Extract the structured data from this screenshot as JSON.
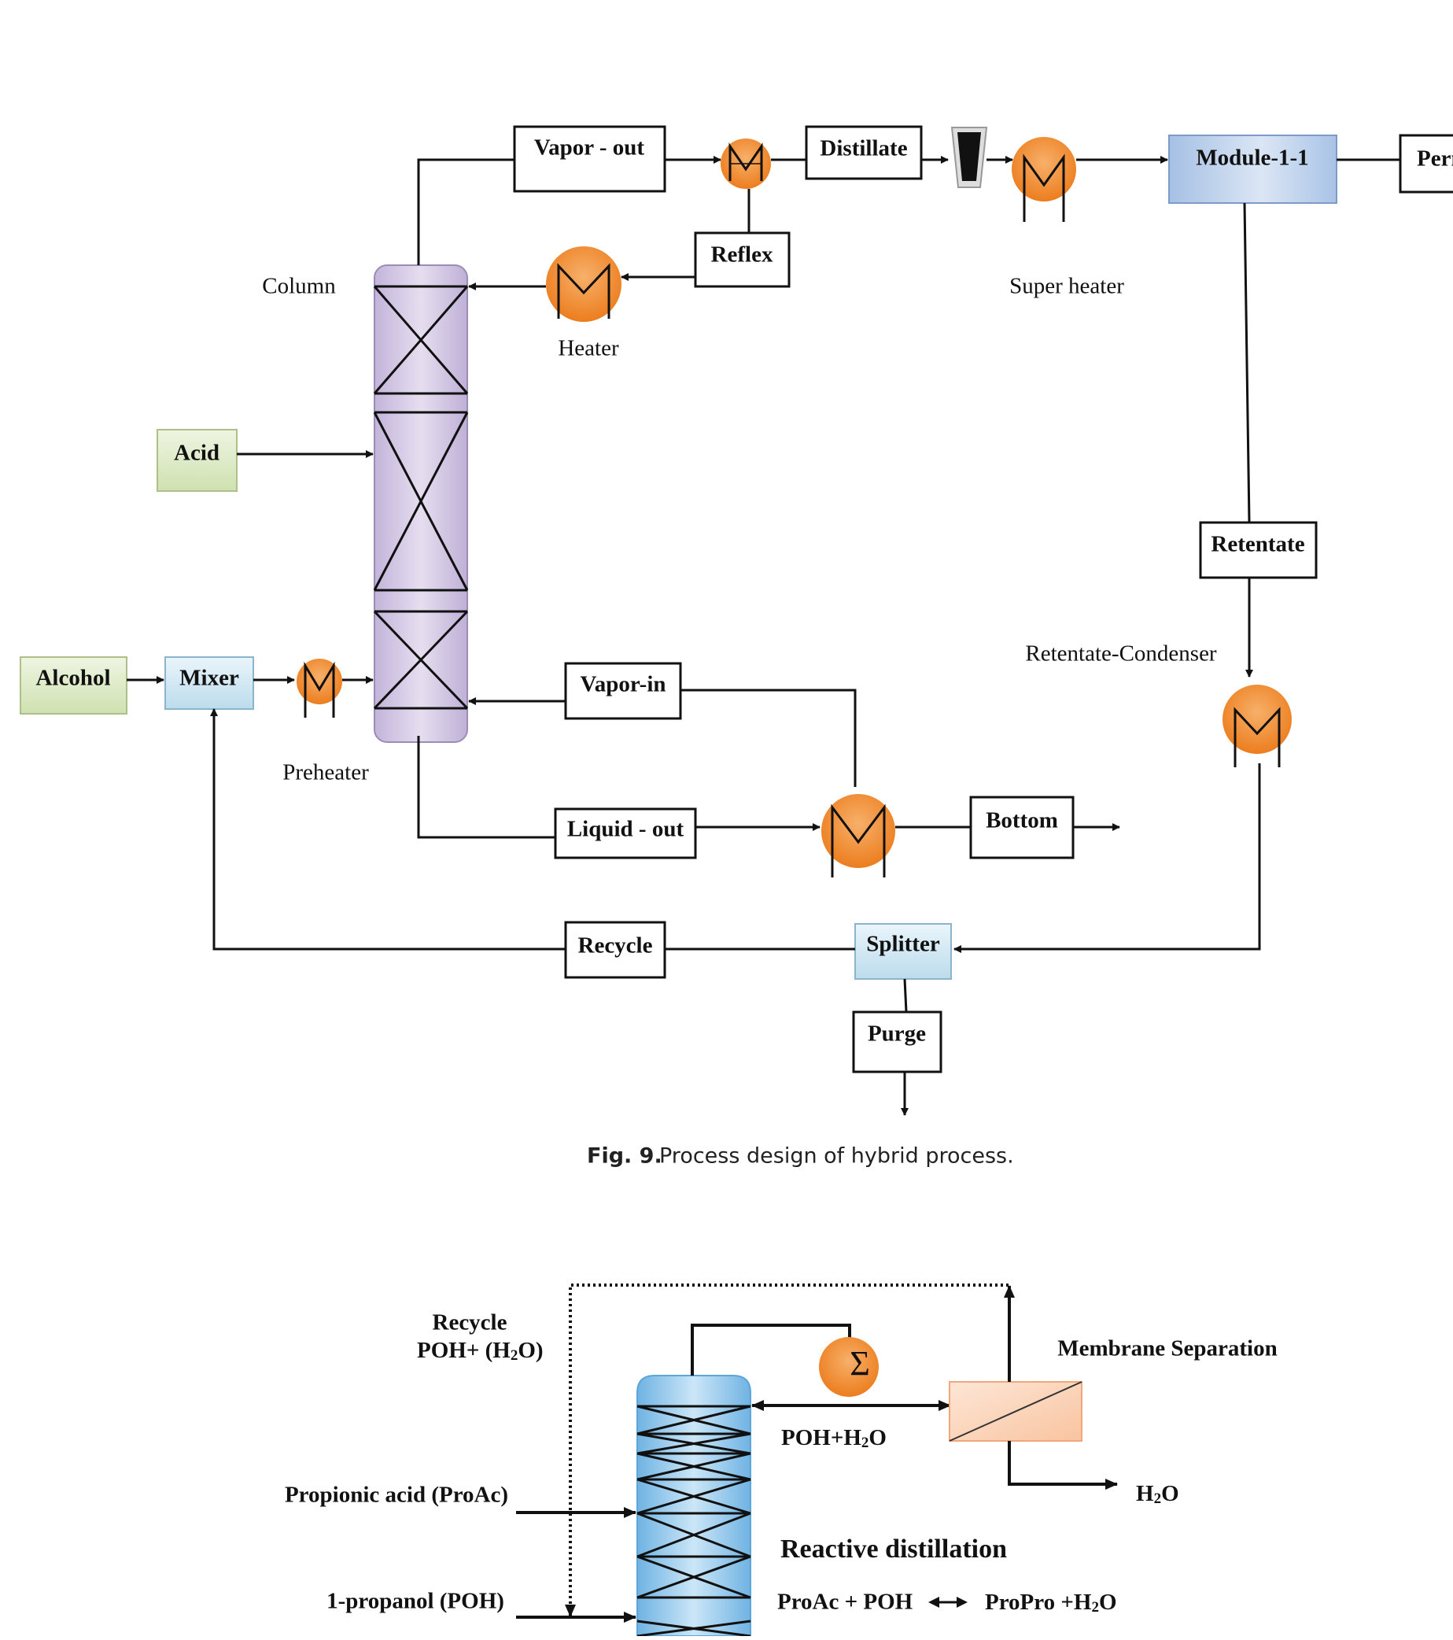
{
  "fig9": {
    "labels": {
      "vapor_out": "Vapor - out",
      "distillate": "Distillate",
      "module": "Module-1-1",
      "perm": "Perm",
      "reflex": "Reflex",
      "column": "Column",
      "heater": "Heater",
      "super_heater": "Super heater",
      "acid": "Acid",
      "retentate": "Retentate",
      "retentate_condenser": "Retentate-Condenser",
      "alcohol": "Alcohol",
      "mixer": "Mixer",
      "vapor_in": "Vapor-in",
      "preheater": "Preheater",
      "liquid_out": "Liquid - out",
      "bottom": "Bottom",
      "recycle": "Recycle",
      "splitter": "Splitter",
      "purge": "Purge"
    },
    "caption_bold": "Fig. 9.",
    "caption_text": "Process design of hybrid process."
  },
  "fig10": {
    "recycle_line1": "Recycle",
    "recycle_line2": "POH+ (H",
    "recycle_sub": "2",
    "recycle_tail": "O)",
    "membrane": "Membrane Separation",
    "poh_h2o_a": "POH+H",
    "poh_h2o_sub": "2",
    "poh_h2o_b": "O",
    "propionic": "Propionic acid (ProAc)",
    "h2o_a": "H",
    "h2o_sub": "2",
    "h2o_b": "O",
    "reactive": "Reactive distillation",
    "propanol": "1-propanol (POH)",
    "reaction_left": "ProAc + POH",
    "reaction_right_a": "ProPro +H",
    "reaction_right_sub": "2",
    "reaction_right_b": "O"
  },
  "colors": {
    "heater_orange": "#f08a2a",
    "column_purple": "#cfc3e0",
    "module_blue": "#a9c3e6",
    "feed_green": "#dbe9c4",
    "mixer_blue": "#d2e8f2",
    "membrane_peach": "#fbd2b8",
    "column2_blue": "#8fc4e8"
  }
}
